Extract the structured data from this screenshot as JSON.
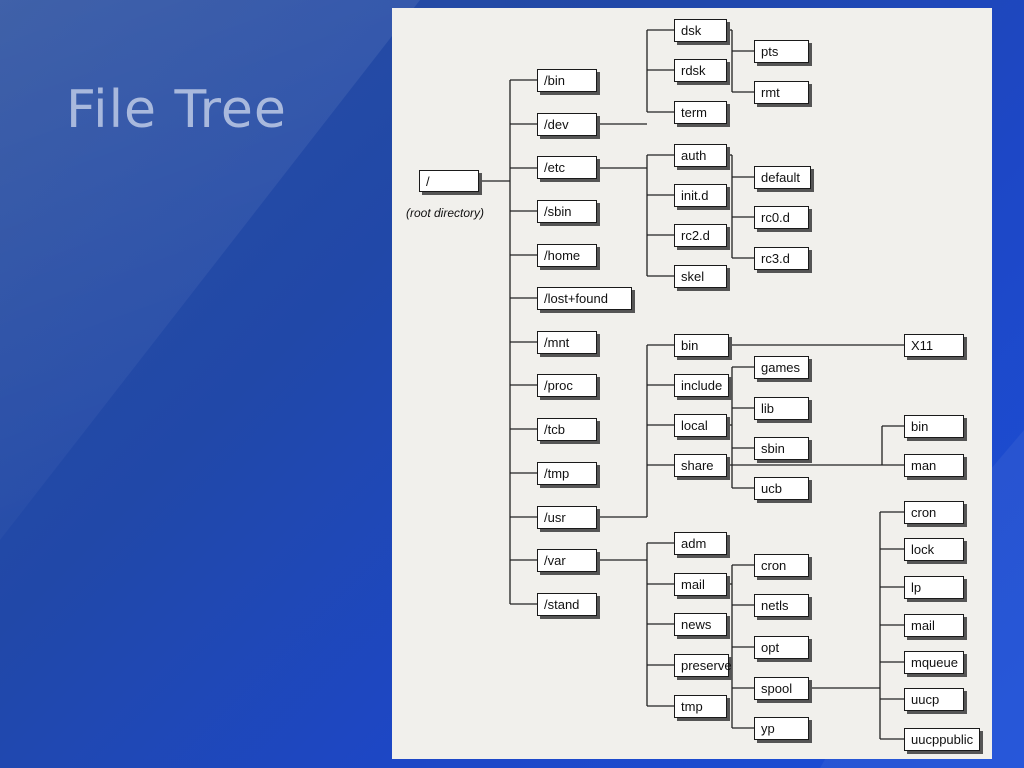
{
  "slide": {
    "title": "File Tree"
  },
  "tree": {
    "root": {
      "label": "/",
      "caption": "(root directory)"
    },
    "top_level": [
      "/bin",
      "/dev",
      "/etc",
      "/sbin",
      "/home",
      "/lost+found",
      "/mnt",
      "/proc",
      "/tcb",
      "/tmp",
      "/usr",
      "/var",
      "/stand"
    ],
    "dev_children": [
      "dsk",
      "rdsk",
      "term"
    ],
    "dev_grandchildren": [
      "pts",
      "rmt"
    ],
    "etc_children": [
      "auth",
      "init.d",
      "rc2.d",
      "skel"
    ],
    "etc_grandchildren": [
      "default",
      "rc0.d",
      "rc3.d"
    ],
    "usr_children": [
      "bin",
      "include",
      "local",
      "share"
    ],
    "usr_second": [
      "games",
      "lib",
      "sbin",
      "ucb"
    ],
    "usr_third": [
      "X11",
      "bin",
      "man"
    ],
    "var_children": [
      "adm",
      "mail",
      "news",
      "preserve",
      "tmp"
    ],
    "var_second": [
      "cron",
      "netls",
      "opt",
      "spool",
      "yp"
    ],
    "spool_children": [
      "cron",
      "lock",
      "lp",
      "mail",
      "mqueue",
      "uucp",
      "uucppublic"
    ]
  }
}
